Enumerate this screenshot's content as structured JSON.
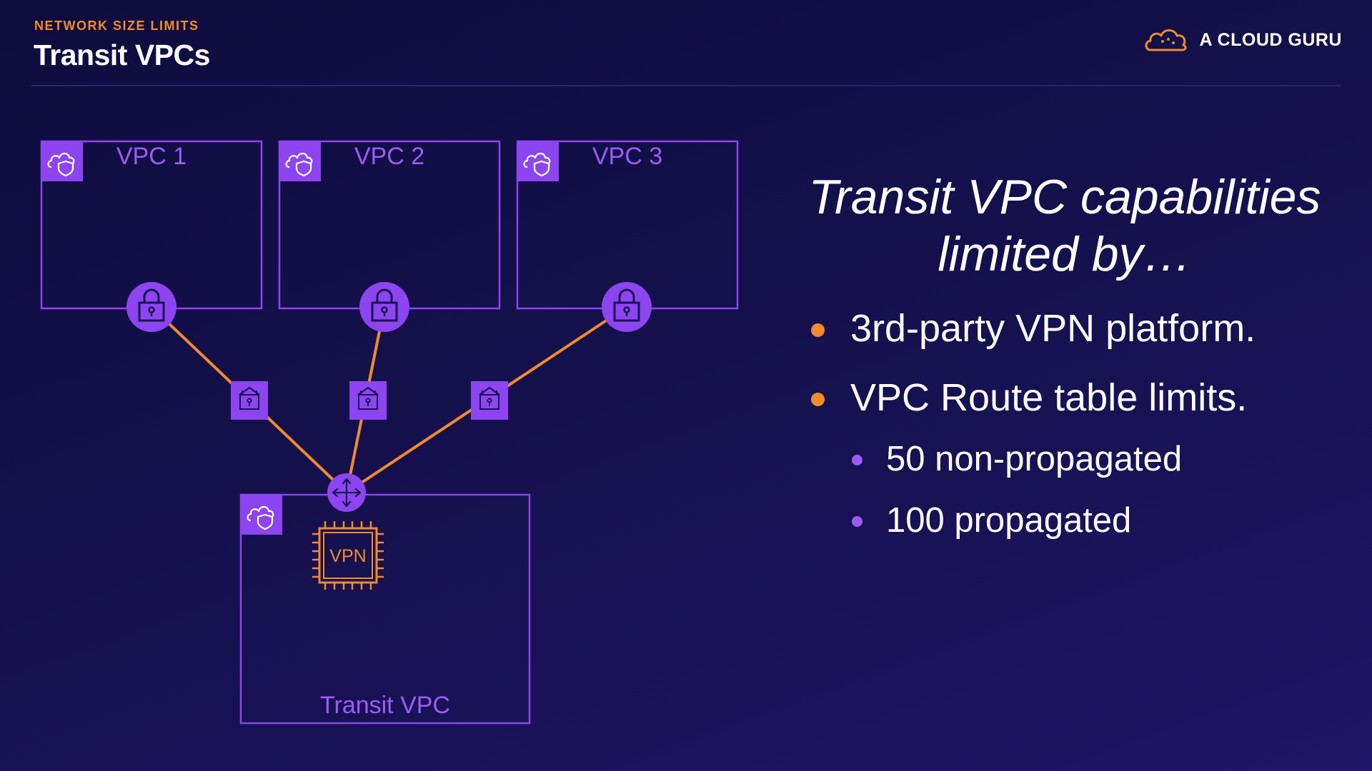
{
  "header": {
    "eyebrow": "NETWORK SIZE LIMITS",
    "title": "Transit VPCs",
    "brand": "A CLOUD GURU"
  },
  "diagram": {
    "vpcs": [
      {
        "label": "VPC 1"
      },
      {
        "label": "VPC 2"
      },
      {
        "label": "VPC 3"
      }
    ],
    "transit_vpc": {
      "label": "Transit VPC",
      "appliance_label": "VPN"
    },
    "icons": {
      "vpc": "cloud-shield-icon",
      "gateway": "lock-icon",
      "connection": "vpn-connection-icon",
      "router": "router-arrows-icon",
      "appliance": "chip-icon"
    }
  },
  "content": {
    "heading_line1": "Transit VPC capabilities",
    "heading_line2": "limited by…",
    "bullets": [
      {
        "text": "3rd-party VPN platform.",
        "level": 1
      },
      {
        "text": "VPC Route table limits.",
        "level": 1
      },
      {
        "text": "50 non-propagated",
        "level": 2
      },
      {
        "text": "100 propagated",
        "level": 2
      }
    ]
  },
  "colors": {
    "accent_orange": "#f28a2e",
    "accent_purple": "#9b5cf5",
    "background": "#140f4a"
  }
}
